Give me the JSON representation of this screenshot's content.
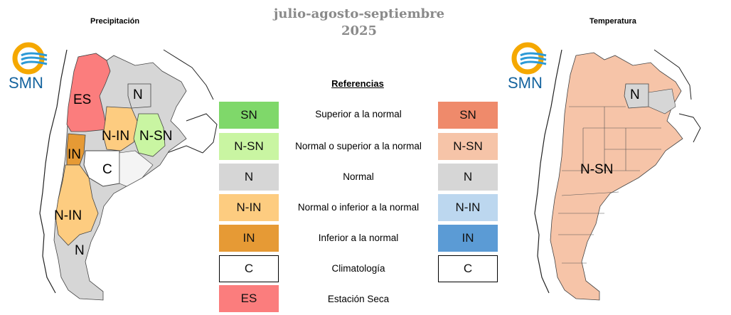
{
  "header": {
    "title_line1": "julio-agosto-septiembre",
    "title_line2": "2025"
  },
  "maps": {
    "precipitation_title": "Precipitación",
    "temperature_title": "Temperatura"
  },
  "logo": {
    "text": "SMN",
    "colors": {
      "ring": "#f5a800",
      "waves": "#2d9ad6"
    }
  },
  "legend": {
    "title": "Referencias",
    "rows": [
      {
        "code": "SN",
        "label": "Superior a la normal",
        "precip_color": "#7fd86a",
        "temp_code": "SN",
        "temp_color": "#ef8a6b"
      },
      {
        "code": "N-SN",
        "label": "Normal o superior a la normal",
        "precip_color": "#c9f5a2",
        "temp_code": "N-SN",
        "temp_color": "#f6c4a8"
      },
      {
        "code": "N",
        "label": "Normal",
        "precip_color": "#d6d6d6",
        "temp_code": "N",
        "temp_color": "#d6d6d6"
      },
      {
        "code": "N-IN",
        "label": "Normal o inferior a la normal",
        "precip_color": "#fdcc80",
        "temp_code": "N-IN",
        "temp_color": "#bcd7ef"
      },
      {
        "code": "IN",
        "label": "Inferior a la normal",
        "precip_color": "#e69a35",
        "temp_code": "IN",
        "temp_color": "#5b9bd5"
      },
      {
        "code": "C",
        "label": "Climatología",
        "precip_color": "#ffffff",
        "temp_code": "C",
        "temp_color": "#ffffff"
      },
      {
        "code": "ES",
        "label": "Estación Seca",
        "precip_color": "#fb7d7d"
      }
    ]
  },
  "precip_regions": {
    "es": "ES",
    "n_north": "N",
    "nin_center": "N-IN",
    "nsn": "N-SN",
    "in": "IN",
    "c": "C",
    "nin_south": "N-IN",
    "n_south": "N"
  },
  "temp_regions": {
    "n_north": "N",
    "nsn": "N-SN"
  }
}
